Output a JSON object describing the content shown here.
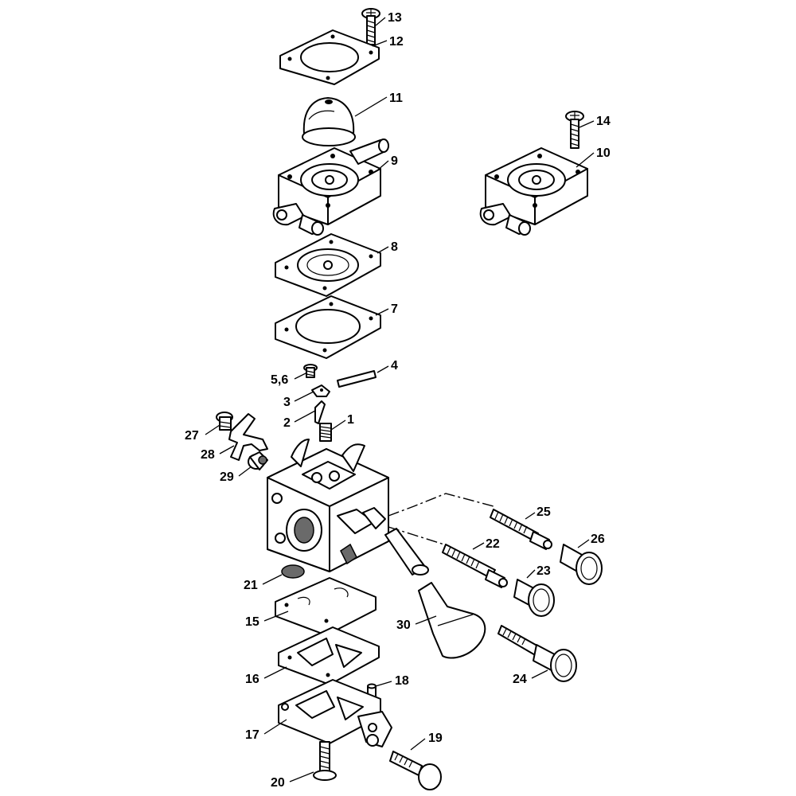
{
  "diagram": {
    "callouts": [
      {
        "id": "c13",
        "label": "13"
      },
      {
        "id": "c12",
        "label": "12"
      },
      {
        "id": "c11",
        "label": "11"
      },
      {
        "id": "c14",
        "label": "14"
      },
      {
        "id": "c10",
        "label": "10"
      },
      {
        "id": "c9",
        "label": "9"
      },
      {
        "id": "c8",
        "label": "8"
      },
      {
        "id": "c7",
        "label": "7"
      },
      {
        "id": "c4",
        "label": "4"
      },
      {
        "id": "c56",
        "label": "5,6"
      },
      {
        "id": "c3",
        "label": "3"
      },
      {
        "id": "c2",
        "label": "2"
      },
      {
        "id": "c1",
        "label": "1"
      },
      {
        "id": "c27",
        "label": "27"
      },
      {
        "id": "c28",
        "label": "28"
      },
      {
        "id": "c29",
        "label": "29"
      },
      {
        "id": "c25",
        "label": "25"
      },
      {
        "id": "c26",
        "label": "26"
      },
      {
        "id": "c22",
        "label": "22"
      },
      {
        "id": "c23",
        "label": "23"
      },
      {
        "id": "c21",
        "label": "21"
      },
      {
        "id": "c15",
        "label": "15"
      },
      {
        "id": "c30",
        "label": "30"
      },
      {
        "id": "c24",
        "label": "24"
      },
      {
        "id": "c16",
        "label": "16"
      },
      {
        "id": "c18",
        "label": "18"
      },
      {
        "id": "c17",
        "label": "17"
      },
      {
        "id": "c19",
        "label": "19"
      },
      {
        "id": "c20",
        "label": "20"
      }
    ]
  }
}
